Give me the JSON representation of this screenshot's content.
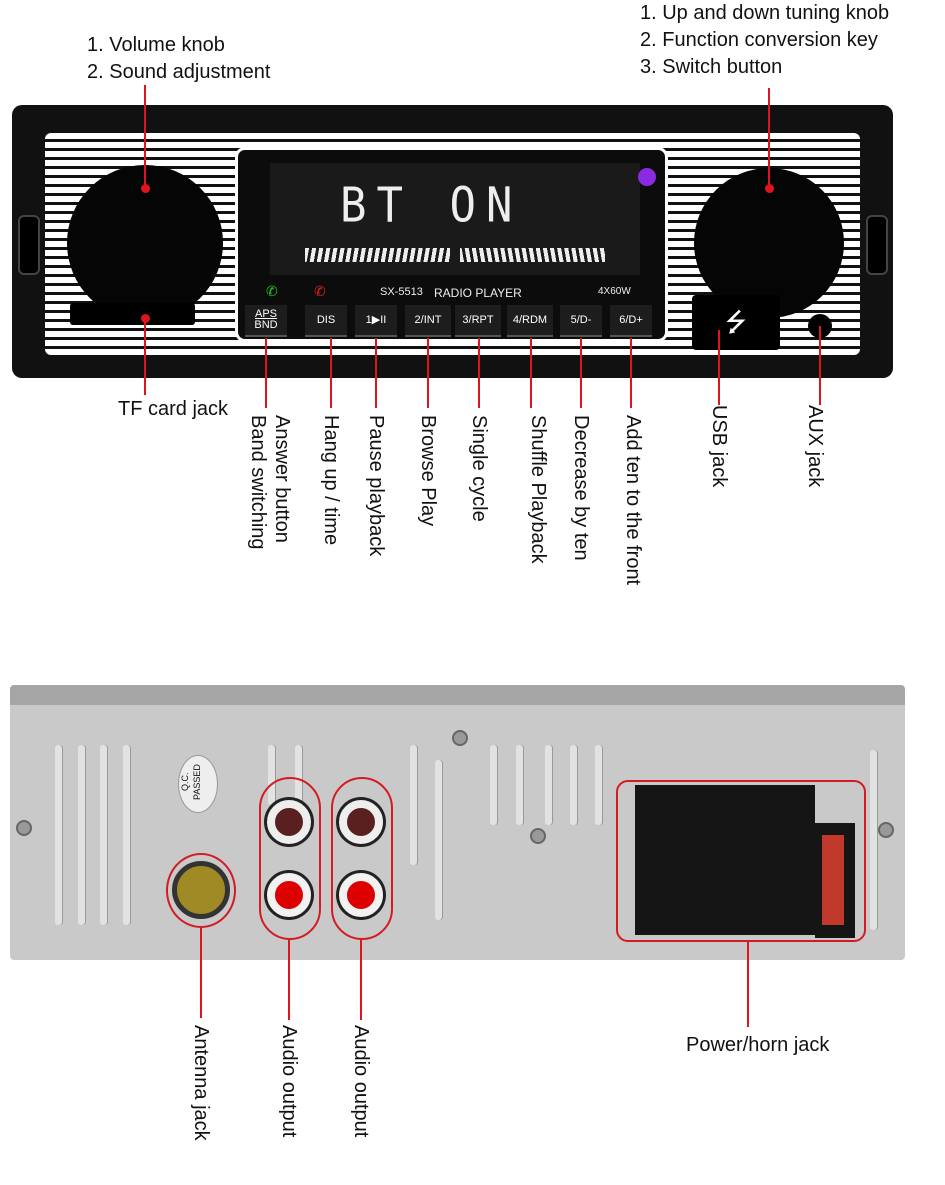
{
  "top_left_labels": [
    "1. Volume knob",
    "2. Sound adjustment"
  ],
  "top_right_labels": [
    "1. Up and down tuning knob",
    "2. Function conversion key",
    "3. Switch button"
  ],
  "display": {
    "text": "BT ON",
    "model": "SX-5513",
    "title": "RADIO PLAYER",
    "power": "4X60W"
  },
  "buttons": [
    "APS",
    "BND",
    "DIS",
    "1▶II",
    "2/INT",
    "3/RPT",
    "4/RDM",
    "5/D-",
    "6/D+"
  ],
  "front_labels": {
    "tf": "TF card jack",
    "answer": "Answer button",
    "band": "Band switching",
    "hangup": "Hang up / time",
    "pause": "Pause playback",
    "browse": "Browse Play",
    "single": "Single cycle",
    "shuffle": "Shuffle Playback",
    "decrease": "Decrease by ten",
    "add": "Add ten to the front",
    "usb": "USB jack",
    "aux": "AUX jack"
  },
  "qc_sticker": "Q.C. PASSED",
  "back_labels": {
    "antenna": "Antenna jack",
    "audio1": "Audio output",
    "audio2": "Audio output",
    "power": "Power/horn jack"
  },
  "colors": {
    "annotation": "#e0141e",
    "indicator": "#8a2be2"
  }
}
